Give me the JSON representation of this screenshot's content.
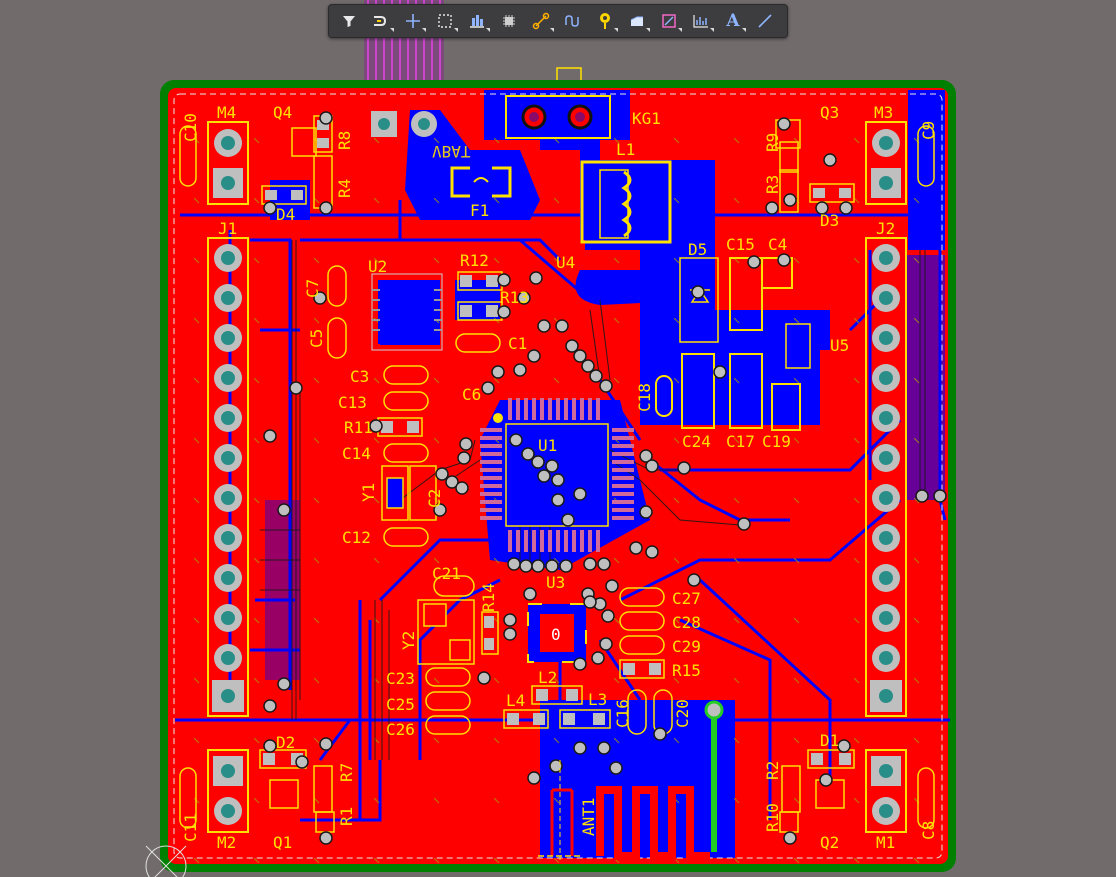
{
  "toolbar": {
    "tools": [
      {
        "name": "filter-tool",
        "icon": "filter-icon"
      },
      {
        "name": "interactive-routing-tool",
        "icon": "route-icon"
      },
      {
        "name": "place-cross-tool",
        "icon": "crosshair-icon"
      },
      {
        "name": "select-area-tool",
        "icon": "select-rect-icon"
      },
      {
        "name": "align-tool",
        "icon": "align-icon"
      },
      {
        "name": "place-component-tool",
        "icon": "component-icon"
      },
      {
        "name": "place-via-tool",
        "icon": "via-icon"
      },
      {
        "name": "diff-pair-tool",
        "icon": "diff-pair-icon"
      },
      {
        "name": "place-pad-tool",
        "icon": "pad-icon"
      },
      {
        "name": "polygon-pour-tool",
        "icon": "polygon-icon"
      },
      {
        "name": "dimension-tool",
        "icon": "dimension-icon"
      },
      {
        "name": "chart-tool",
        "icon": "chart-icon"
      },
      {
        "name": "place-string-tool",
        "icon": "text-icon",
        "label": "A"
      },
      {
        "name": "place-line-tool",
        "icon": "line-icon"
      }
    ]
  },
  "colors": {
    "background": "#716b6c",
    "top_copper": "#ff0000",
    "bottom_copper": "#0000ff",
    "silkscreen": "#ffe100",
    "keepout": "#008000",
    "pad": "#bfbfbf",
    "via_hole": "#2a8e88"
  },
  "silkscreen_labels": {
    "m4": "M4",
    "q4": "Q4",
    "c10": "C10",
    "r8": "R8",
    "r4": "R4",
    "d4": "D4",
    "vbat": "VBAT",
    "kg1": "KG1",
    "l1": "L1",
    "f1": "F1",
    "q3": "Q3",
    "m3": "M3",
    "r9": "R9",
    "c9": "C9",
    "r3": "R3",
    "d3": "D3",
    "j1": "J1",
    "j2": "J2",
    "u2": "U2",
    "r12": "R12",
    "r13": "R13",
    "u4": "U4",
    "d5": "D5",
    "c15": "C15",
    "c4": "C4",
    "c7": "C7",
    "c5": "C5",
    "c1": "C1",
    "u5": "U5",
    "c3": "C3",
    "c6": "C6",
    "c13": "C13",
    "c18": "C18",
    "r11": "R11",
    "u1": "U1",
    "c14": "C14",
    "c24": "C24",
    "c17": "C17",
    "c19": "C19",
    "y1": "Y1",
    "c2": "C2",
    "c12": "C12",
    "c21": "C21",
    "r14": "R14",
    "u3": "U3",
    "c27": "C27",
    "c28": "C28",
    "c29": "C29",
    "r15": "R15",
    "y2": "Y2",
    "c23": "C23",
    "c25": "C25",
    "c26": "C26",
    "l2": "L2",
    "l4": "L4",
    "l3": "L3",
    "c16": "C16",
    "c20": "C20",
    "d2": "D2",
    "d1": "D1",
    "m2": "M2",
    "m1": "M1",
    "c11": "C11",
    "c8": "C8",
    "r7": "R7",
    "r1": "R1",
    "q1": "Q1",
    "r2": "R2",
    "r10": "R10",
    "q2": "Q2",
    "ant1": "ANT1",
    "u3_mark": "0"
  }
}
